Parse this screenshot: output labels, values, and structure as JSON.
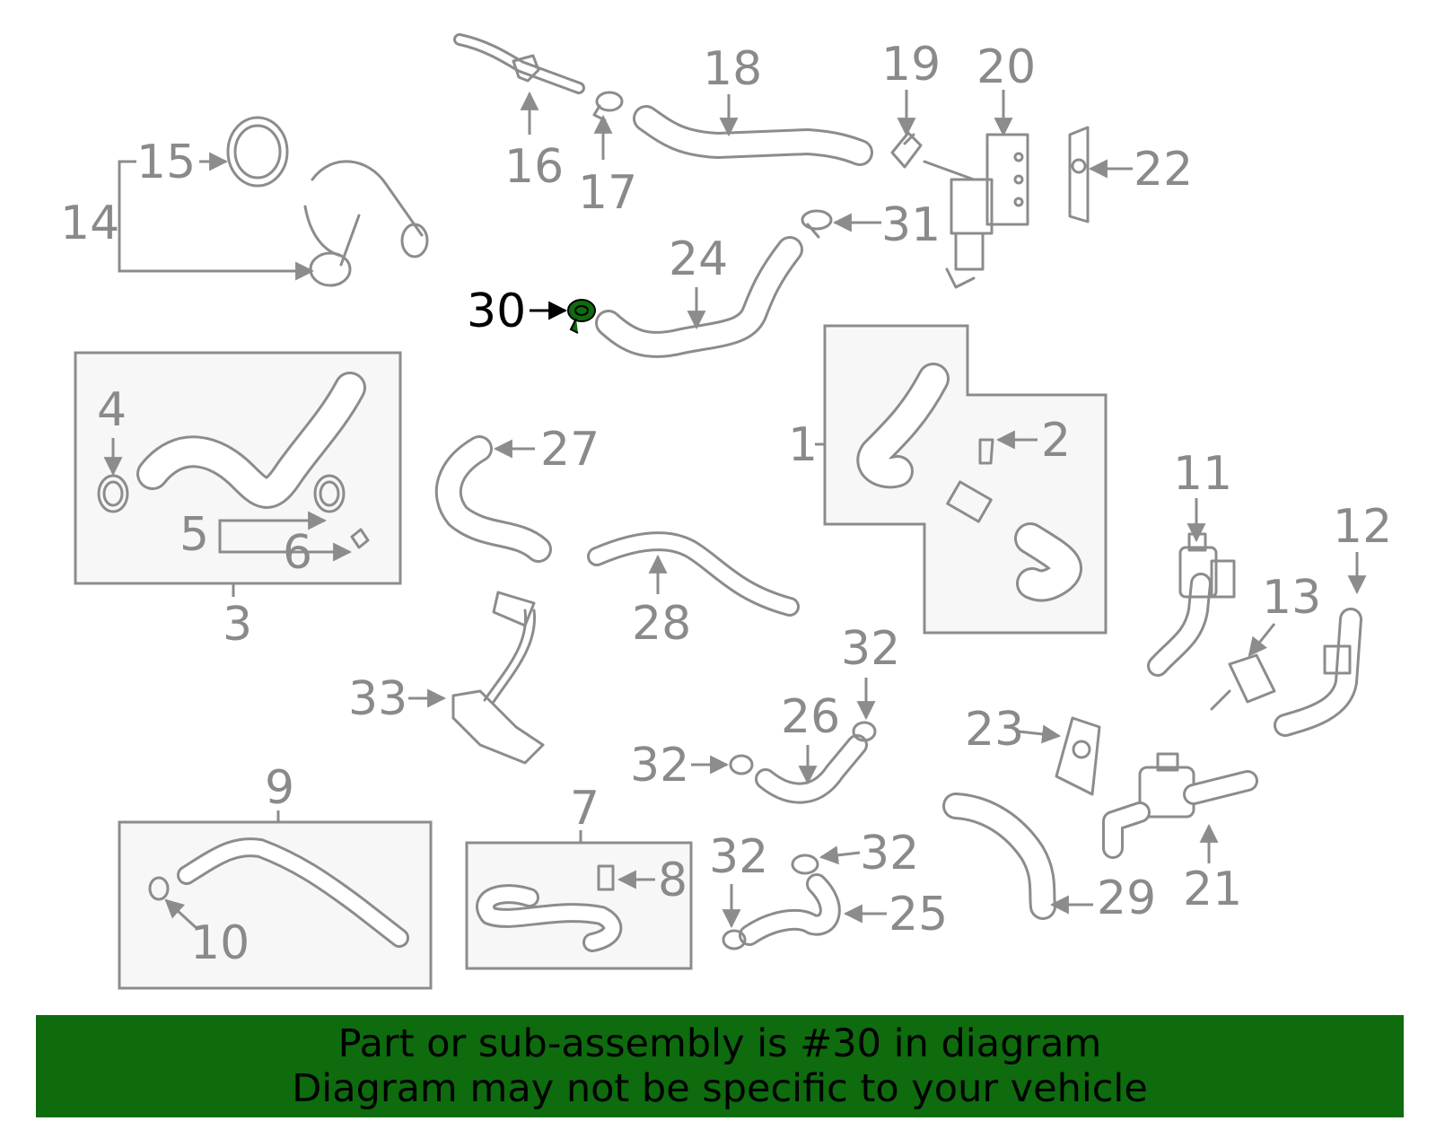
{
  "diagram": {
    "highlight_part": "30",
    "highlight_color": "#0e6b0e",
    "part_labels": [
      "1",
      "2",
      "3",
      "4",
      "5",
      "6",
      "7",
      "8",
      "9",
      "10",
      "11",
      "12",
      "13",
      "14",
      "15",
      "16",
      "17",
      "18",
      "19",
      "20",
      "21",
      "22",
      "23",
      "24",
      "25",
      "26",
      "27",
      "28",
      "29",
      "30",
      "31",
      "32",
      "32",
      "32",
      "32",
      "33"
    ]
  },
  "banner": {
    "background_color": "#0e6b0e",
    "line1": "Part or sub-assembly is #30 in diagram",
    "line2": "Diagram may not be specific to your vehicle"
  }
}
